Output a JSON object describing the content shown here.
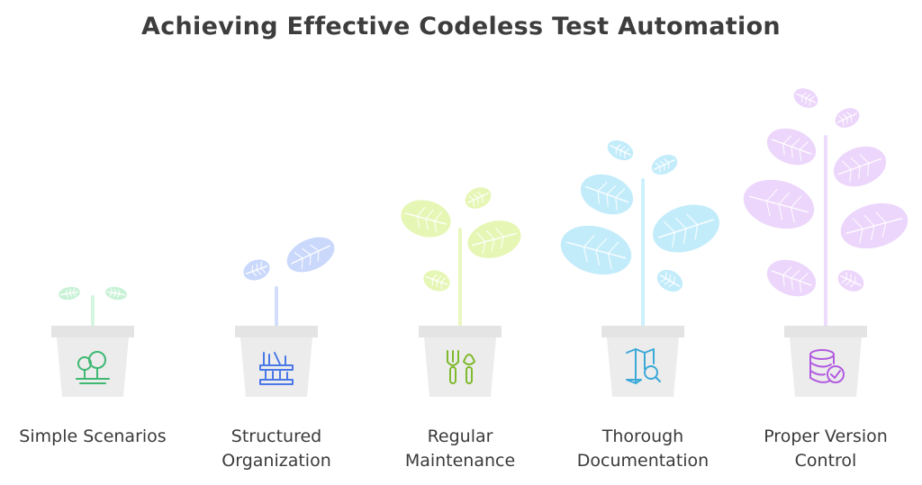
{
  "title": "Achieving Effective Codeless Test Automation",
  "stages": [
    {
      "lines": [
        "Simple Scenarios"
      ],
      "icon": "trees-icon",
      "color": "#c8f2d6",
      "stem": "#d4f5df",
      "icon_color": "#3fb872"
    },
    {
      "lines": [
        "Structured",
        "Organization"
      ],
      "icon": "bookshelf-icon",
      "color": "#c9d8fb",
      "stem": "#d2defc",
      "icon_color": "#4a78e8"
    },
    {
      "lines": [
        "Regular",
        "Maintenance"
      ],
      "icon": "garden-tools-icon",
      "color": "#e6f6b4",
      "stem": "#eaf7c2",
      "icon_color": "#7fba2c"
    },
    {
      "lines": [
        "Thorough",
        "Documentation"
      ],
      "icon": "map-search-icon",
      "color": "#c3ecfb",
      "stem": "#ccf0fc",
      "icon_color": "#3ba9d8"
    },
    {
      "lines": [
        "Proper Version",
        "Control"
      ],
      "icon": "database-check-icon",
      "color": "#ecd6fb",
      "stem": "#efdcfc",
      "icon_color": "#b25ce0"
    }
  ],
  "colors": {
    "pot": "#ececec",
    "pot_rim": "#e4e4e4",
    "title": "#3d3d3d"
  }
}
